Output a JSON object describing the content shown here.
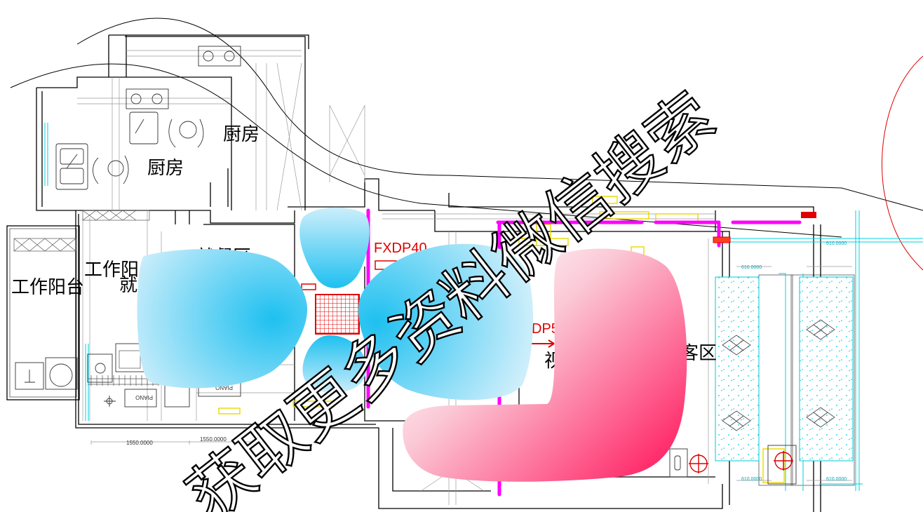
{
  "rooms": {
    "kitchen_1": "厨房",
    "kitchen_2": "厨房",
    "balcony_1": "工作阳台",
    "balcony_2": "工作阳台",
    "dining_1": "就餐区",
    "dining_2": "就餐",
    "living_part": "客区",
    "view_part": "视"
  },
  "equipment": {
    "unit_1": "FXDP40",
    "unit_2": "DP56"
  },
  "furniture": {
    "piano_1": "PIANO",
    "piano_2": "PIANO"
  },
  "dimensions": {
    "d1": "1550.0000",
    "d2": "1550.0000",
    "d3": "610.0000",
    "d4": "610.0000",
    "d5": "610.0000",
    "d6": "610.0000"
  },
  "watermark": "获取更多资料微信搜索",
  "colors": {
    "pipe": "#ff00ff",
    "duct": "#e8e000",
    "unit": "#e00000",
    "glass": "#00d0e0",
    "blob_blue": "#1ec0f0",
    "blob_pink": "#ff4080"
  }
}
